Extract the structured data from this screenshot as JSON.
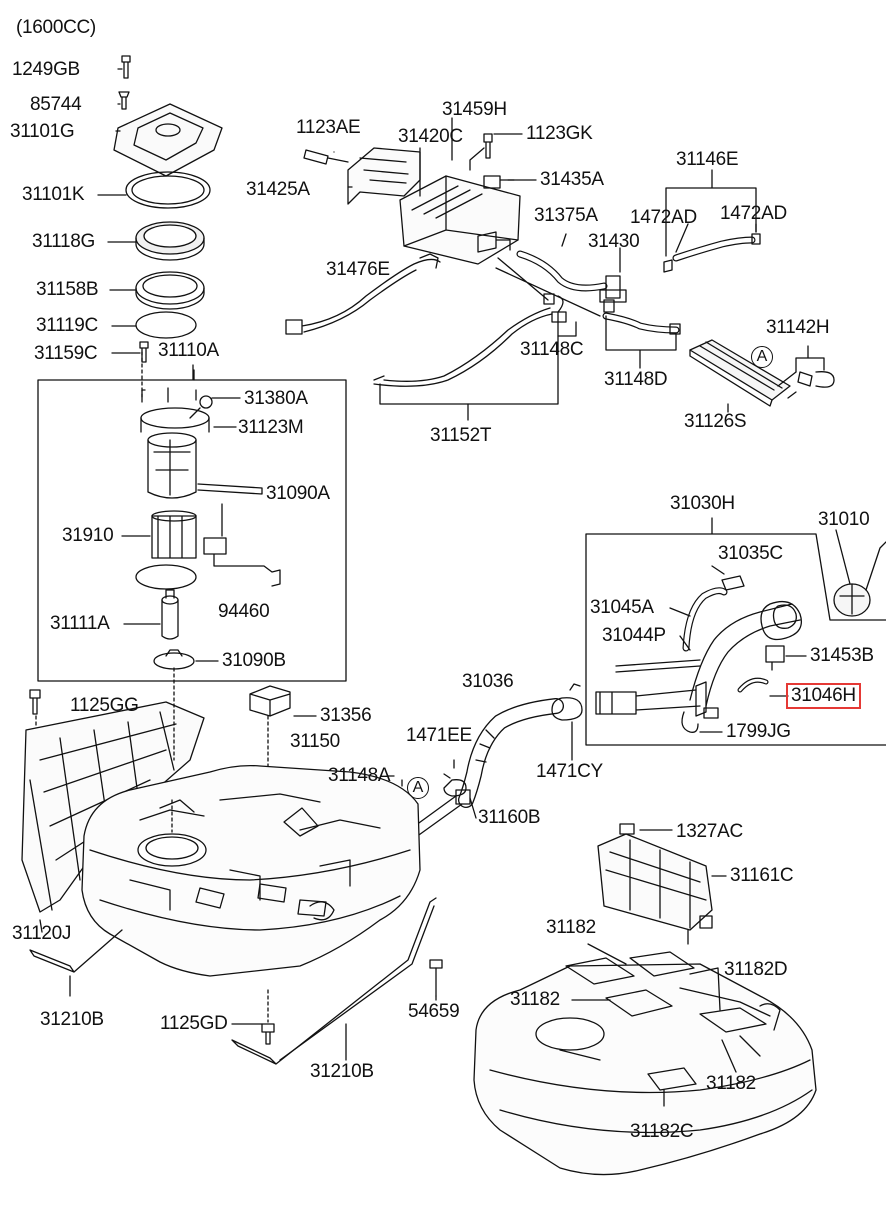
{
  "diagram": {
    "engine_note": "(1600CC)",
    "highlight_color": "#e53935",
    "highlighted_part": "31046H",
    "callouts": {
      "detail_a_top": "A",
      "detail_a_tank": "A"
    },
    "parts": {
      "p1249GB": "1249GB",
      "p85744": "85744",
      "p31101G": "31101G",
      "p31101K": "31101K",
      "p31118G": "31118G",
      "p31158B": "31158B",
      "p31119C": "31119C",
      "p31159C": "31159C",
      "p31110A": "31110A",
      "p31380A": "31380A",
      "p31123M": "31123M",
      "p31090A": "31090A",
      "p31910": "31910",
      "p94460": "94460",
      "p31111A": "31111A",
      "p31090B": "31090B",
      "p1123AE": "1123AE",
      "p31420C": "31420C",
      "p31459H": "31459H",
      "p1123GK": "1123GK",
      "p31425A": "31425A",
      "p31435A": "31435A",
      "p31146E": "31146E",
      "p31375A": "31375A",
      "p31430": "31430",
      "p1472AD_a": "1472AD",
      "p1472AD_b": "1472AD",
      "p31476E": "31476E",
      "p31142H": "31142H",
      "p31148C": "31148C",
      "p31148D": "31148D",
      "p31126S": "31126S",
      "p31152T": "31152T",
      "p31030H": "31030H",
      "p31010": "31010",
      "p31035C": "31035C",
      "p31045A": "31045A",
      "p31044P": "31044P",
      "p31453B": "31453B",
      "p31046H": "31046H",
      "p1799JG": "1799JG",
      "p1125GG": "1125GG",
      "p31356": "31356",
      "p31036": "31036",
      "p31150": "31150",
      "p1471EE": "1471EE",
      "p31148A": "31148A",
      "p1471CY": "1471CY",
      "p31160B": "31160B",
      "p31120J": "31120J",
      "p31210B_a": "31210B",
      "p1125GD": "1125GD",
      "p54659": "54659",
      "p31210B_b": "31210B",
      "p1327AC": "1327AC",
      "p31161C": "31161C",
      "p31182_a": "31182",
      "p31182D": "31182D",
      "p31182_b": "31182",
      "p31182_c": "31182",
      "p31182C": "31182C"
    }
  }
}
